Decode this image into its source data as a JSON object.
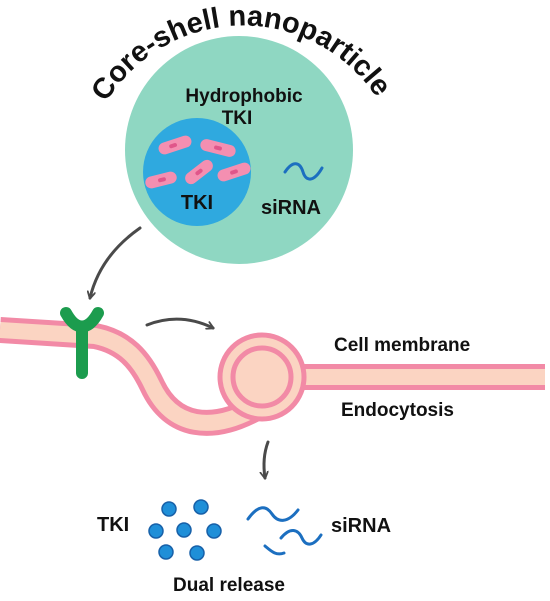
{
  "title": "Core-shell nanoparticle",
  "labels": {
    "shell_drug": "Hydrophobic",
    "shell_drug_2": "TKI",
    "core_drug": "TKI",
    "sirna": "siRNA",
    "membrane": "Cell membrane",
    "endocytosis": "Endocytosis",
    "released_tki": "TKI",
    "released_sirna": "siRNA",
    "release": "Dual release"
  },
  "colors": {
    "shell": "#8fd7c2",
    "core": "#2fa9df",
    "rod": "#f48fb1",
    "membrane_fill": "#fbd4c2",
    "membrane_edge": "#f28aa6",
    "receptor": "#1c9c4e",
    "strand": "#1c6fc0",
    "dot": "#1f8fd8",
    "arrow": "#4a4a4a"
  },
  "icons": {
    "receptor": "receptor-icon",
    "strand": "sirna-strand-icon",
    "rod": "hydrophobic-tki-rod-icon"
  }
}
